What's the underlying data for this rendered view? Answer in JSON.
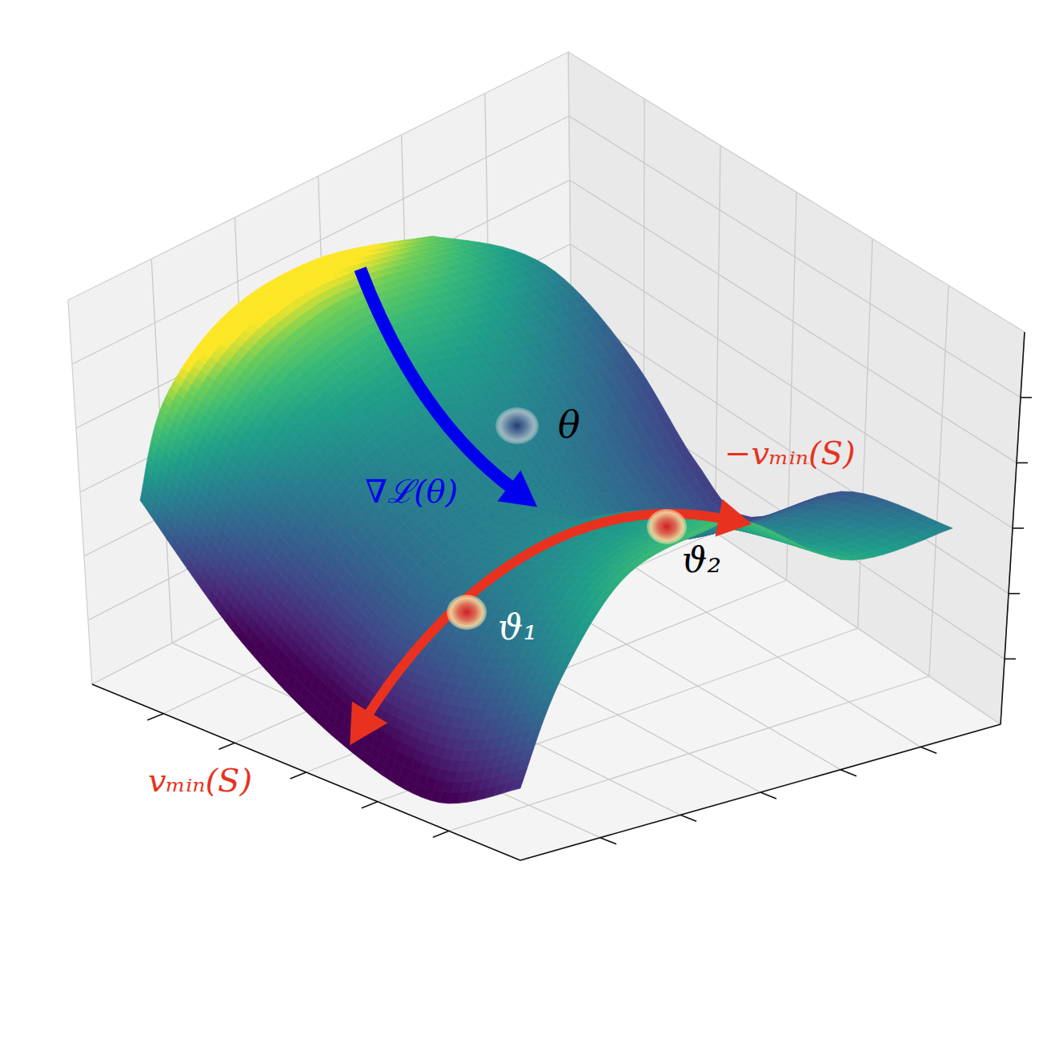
{
  "diagram": {
    "labels": [
      "θ",
      "∇ℒ(θ)",
      "−vₘᵢₙ(S)",
      "vₘᵢₙ(S)",
      "ϑ₁",
      "ϑ₂"
    ]
  }
}
